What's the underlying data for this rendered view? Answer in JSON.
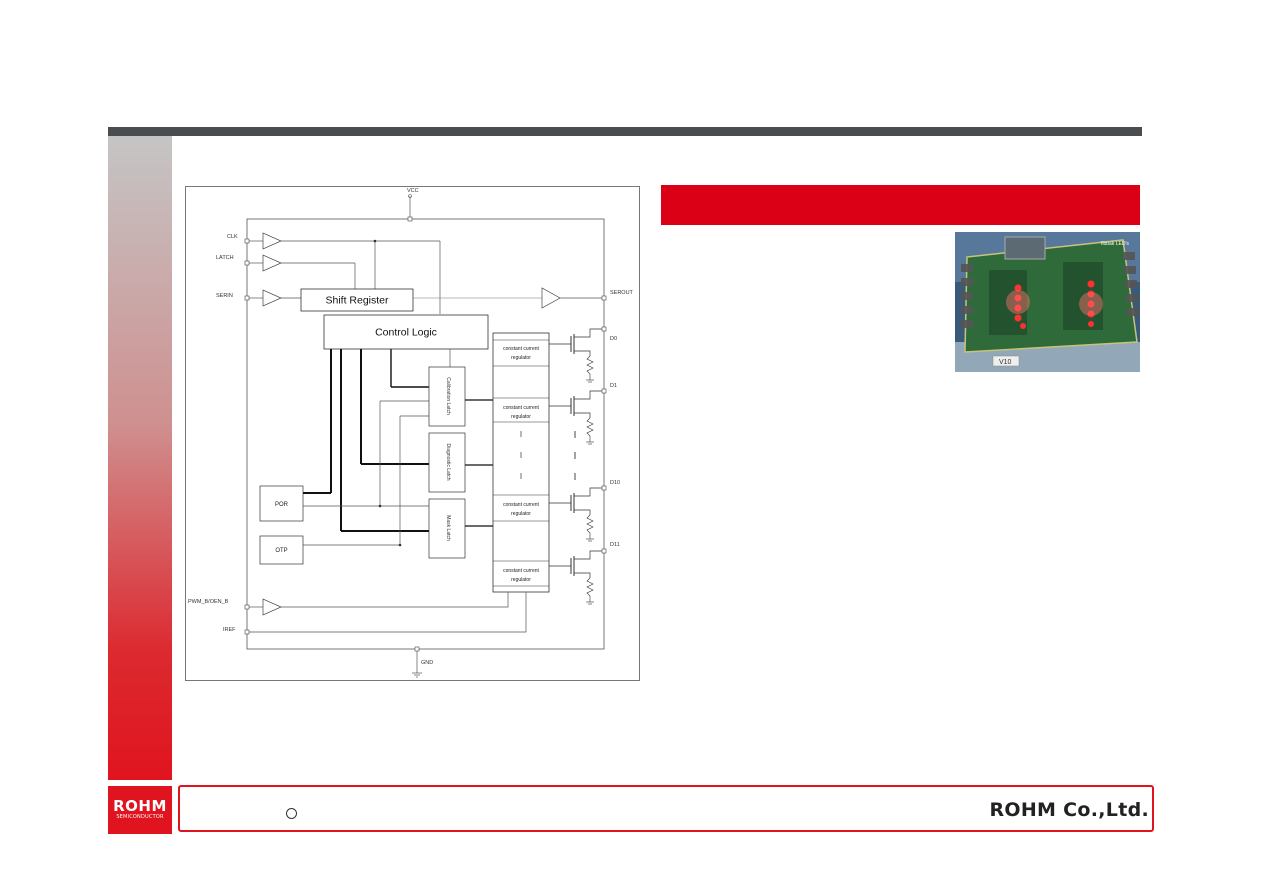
{
  "slide": {
    "accent_color": "#e0141e",
    "header_bar_color": "#db0016",
    "top_bar_color": "#4a4d50"
  },
  "diagram": {
    "pins": {
      "vcc": "VCC",
      "clk": "CLK",
      "latch": "LATCH",
      "serin": "SERIN",
      "serout": "SEROUT",
      "d0": "D0",
      "d1": "D1",
      "d10": "D10",
      "d11": "D11",
      "pwm": "PWM_B/OEN_B",
      "iref": "IREF",
      "gnd": "GND"
    },
    "blocks": {
      "shift_register": "Shift Register",
      "control_logic": "Control Logic",
      "por": "POR",
      "otp": "OTP",
      "calibration_latch": "Calibration Latch",
      "diagnostic_latch": "Diagnostic Latch",
      "mask_latch": "Mask Latch",
      "regulator_line1": "constant current",
      "regulator_line2": "regulator"
    }
  },
  "photo": {
    "board_label": "Ilbbak LED's",
    "tag_text": "V10"
  },
  "footer": {
    "logo_main": "ROHM",
    "logo_sub": "SEMICONDUCTOR",
    "company": "ROHM Co.,Ltd."
  }
}
